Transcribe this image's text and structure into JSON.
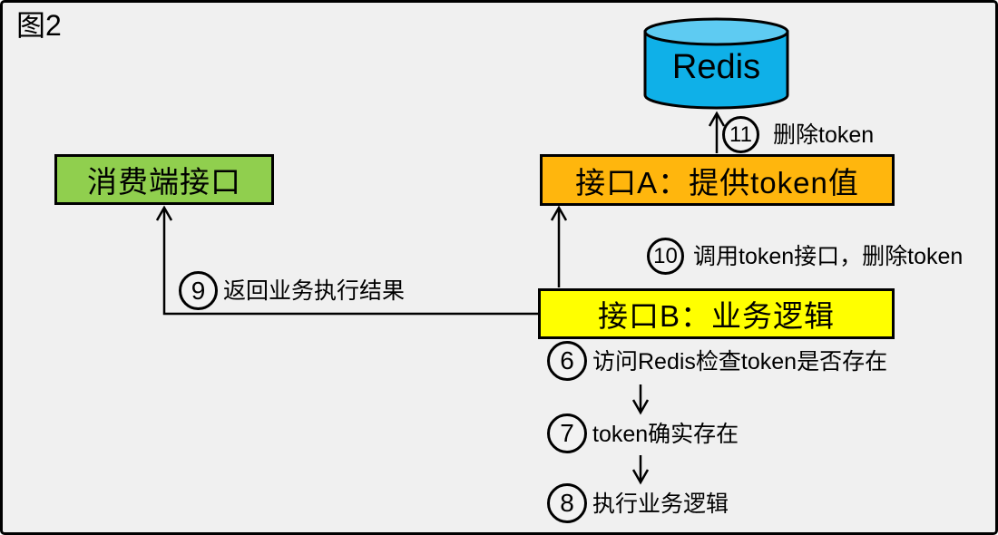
{
  "title": "图2",
  "nodes": {
    "redis": {
      "label": "Redis"
    },
    "consumer": {
      "label": "消费端接口"
    },
    "interface_a": {
      "label": "接口A：提供token值"
    },
    "interface_b": {
      "label": "接口B：业务逻辑"
    }
  },
  "steps": [
    {
      "num": "6",
      "label": "访问Redis检查token是否存在"
    },
    {
      "num": "7",
      "label": "token确实存在"
    },
    {
      "num": "8",
      "label": "执行业务逻辑"
    },
    {
      "num": "9",
      "label": "返回业务执行结果"
    },
    {
      "num": "10",
      "label": "调用token接口，删除token"
    },
    {
      "num": "11",
      "label": "删除token"
    }
  ],
  "colors": {
    "background": "#F0F0F0",
    "border": "#000000",
    "redis_body": "#0FB0E8",
    "redis_top": "#5ECBF2",
    "consumer_green": "#90CF4E",
    "interface_a_orange": "#FFB60D",
    "interface_b_yellow": "#FFFF00"
  }
}
